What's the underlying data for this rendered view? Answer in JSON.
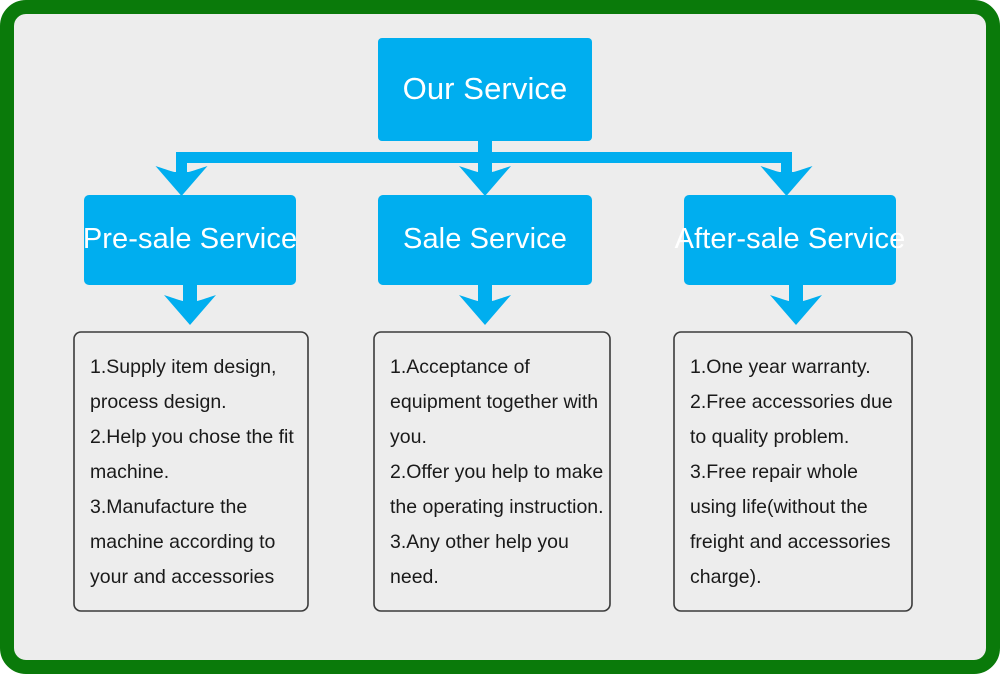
{
  "diagram": {
    "title": "Our Service",
    "type": "org-chart",
    "colors": {
      "accent_blue": "#00aeef",
      "frame_green": "#0a7a0a",
      "panel_bg": "#ededed",
      "node_text": "#ffffff",
      "detail_text": "#1a1a1a",
      "detail_border": "#3b3b3b"
    },
    "root": {
      "label": "Our Service"
    },
    "branches": [
      {
        "id": "pre-sale",
        "label": "Pre-sale Service",
        "details": "1.Supply item design,\nprocess design.\n2.Help you chose the fit\nmachine.\n3.Manufacture the\nmachine according to\nyour and accessories",
        "detail_lines": [
          "1.Supply item design,",
          "process design.",
          "2.Help you chose the fit",
          "machine.",
          "3.Manufacture the",
          "machine according to",
          "your and accessories"
        ]
      },
      {
        "id": "sale",
        "label": "Sale Service",
        "details": "1.Acceptance of\nequipment together with\nyou.\n2.Offer you help to make\nthe operating instruction.\n3.Any other help you\nneed.",
        "detail_lines": [
          "1.Acceptance of",
          "equipment together with",
          "you.",
          "2.Offer you help to make",
          "the operating instruction.",
          "3.Any other help you",
          "need."
        ]
      },
      {
        "id": "after-sale",
        "label": "After-sale Service",
        "details": "1.One year warranty.\n2.Free accessories due\nto quality problem.\n3.Free repair whole\nusing life(without the\nfreight and accessories\ncharge).",
        "detail_lines": [
          "1.One year warranty.",
          "2.Free accessories due",
          "to quality problem.",
          "3.Free repair whole",
          "using life(without the",
          "freight and accessories",
          "charge)."
        ]
      }
    ]
  }
}
